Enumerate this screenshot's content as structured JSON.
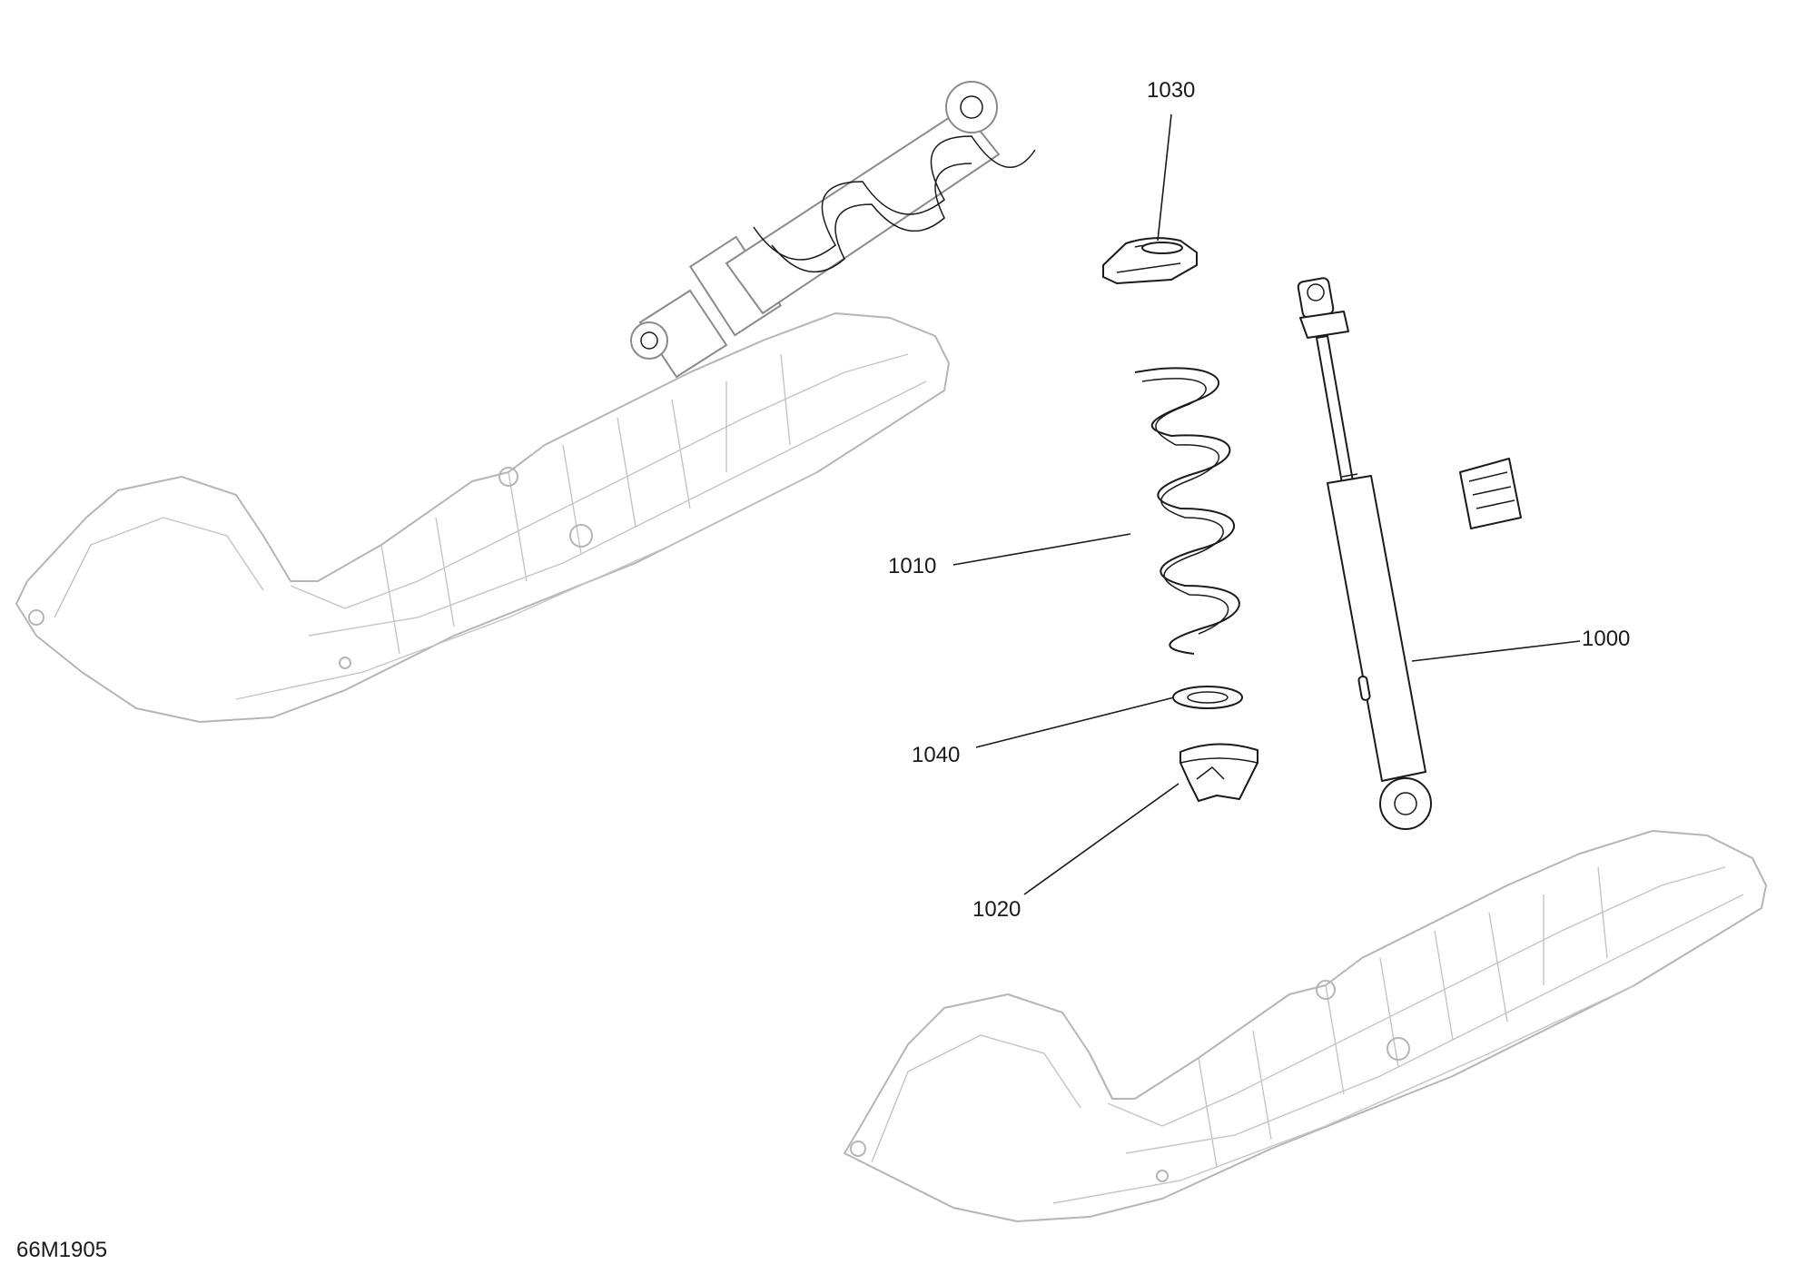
{
  "diagram": {
    "drawing_number": "66M1905",
    "callouts": [
      {
        "id": "1030",
        "label": "1030"
      },
      {
        "id": "1010",
        "label": "1010"
      },
      {
        "id": "1000",
        "label": "1000"
      },
      {
        "id": "1040",
        "label": "1040"
      },
      {
        "id": "1020",
        "label": "1020"
      }
    ],
    "colors": {
      "ink": "#1a1a1a",
      "ghost": "#b5b5b5",
      "background": "#ffffff"
    }
  }
}
